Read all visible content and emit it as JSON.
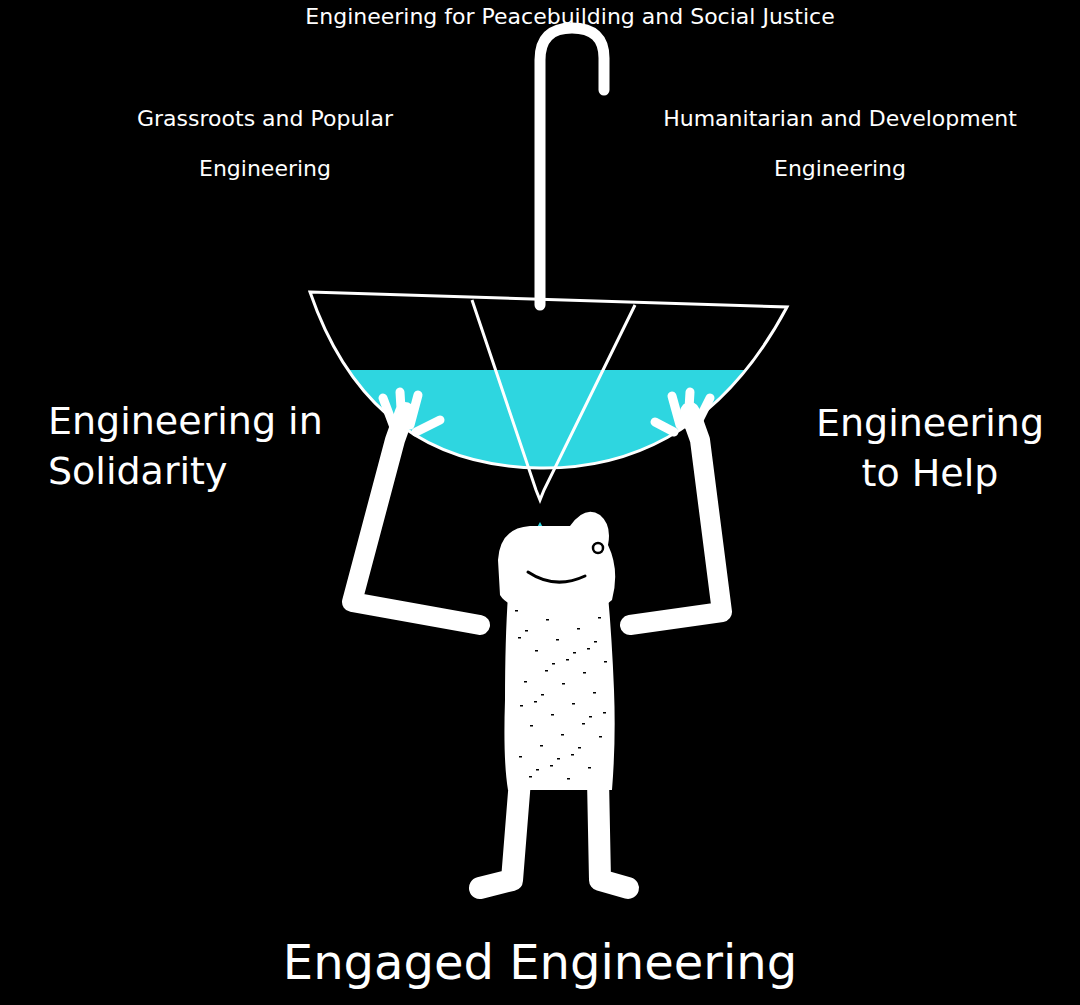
{
  "diagram": {
    "title": "Engaged Engineering",
    "labels": [
      "Engineering for Peacebuilding and Social Justice",
      "Grassroots and Popular Engineering",
      "Humanitarian and Development Engineering",
      "Engineering in Solidarity",
      "Engineering to Help"
    ]
  }
}
